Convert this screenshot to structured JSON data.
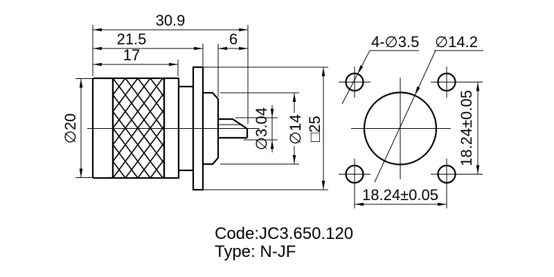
{
  "side_view": {
    "total_length": "30.9",
    "body_length": "21.5",
    "knurl_length": "17",
    "rear_length": "6",
    "body_dia": "∅20",
    "contact_dia": "∅3.04",
    "insulator_dia": "∅14",
    "flange_size": "□25"
  },
  "front_view": {
    "mounting_holes": "4-∅3.5",
    "center_hole_dia": "∅14.2",
    "hole_spacing_vertical": "18.24±0.05",
    "hole_spacing_horizontal": "18.24±0.05"
  },
  "footer": {
    "code_line": "Code:JC3.650.120",
    "type_line": "Type: N-JF"
  },
  "colors": {
    "line": "#000000",
    "background": "#ffffff"
  }
}
